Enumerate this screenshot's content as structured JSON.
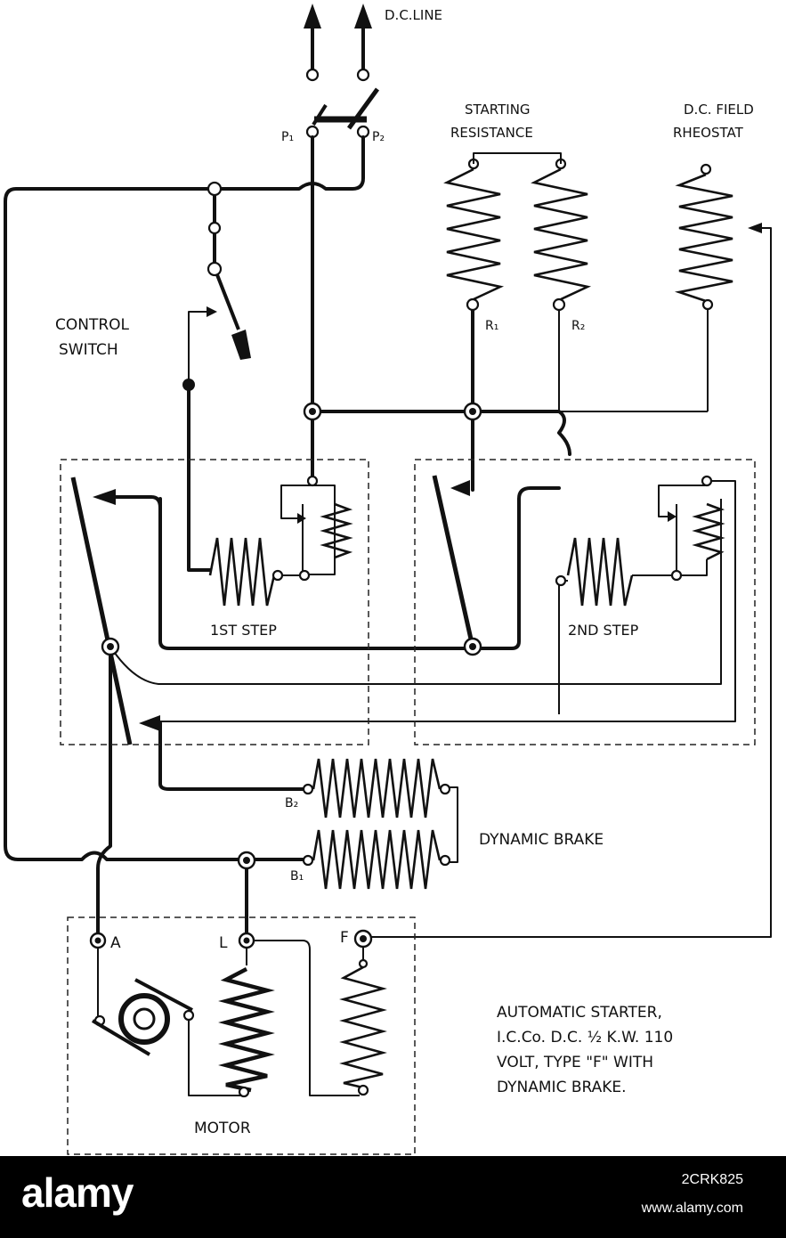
{
  "diagram": {
    "dc_line": "D.C.LINE",
    "p1": "P₁",
    "p2": "P₂",
    "starting_resistance_1": "STARTING",
    "starting_resistance_2": "RESISTANCE",
    "field_rheostat_1": "D.C. FIELD",
    "field_rheostat_2": "RHEOSTAT",
    "r1": "R₁",
    "r2": "R₂",
    "control_switch_1": "CONTROL",
    "control_switch_2": "SWITCH",
    "first_step": "1ST STEP",
    "second_step": "2ND STEP",
    "b2": "B₂",
    "b1": "B₁",
    "dynamic_brake": "DYNAMIC BRAKE",
    "terminal_a": "A",
    "terminal_l": "L",
    "terminal_f": "F",
    "motor": "MOTOR",
    "caption": [
      "AUTOMATIC STARTER,",
      "I.C.Co. D.C. ½ K.W. 110",
      "VOLT, TYPE \"F\" WITH",
      "DYNAMIC BRAKE."
    ]
  },
  "footer": {
    "brand": "alamy",
    "image_id": "2CRK825",
    "site": "www.alamy.com"
  },
  "colors": {
    "ink": "#111111",
    "paper": "#ffffff",
    "footer_bg": "#000000"
  }
}
